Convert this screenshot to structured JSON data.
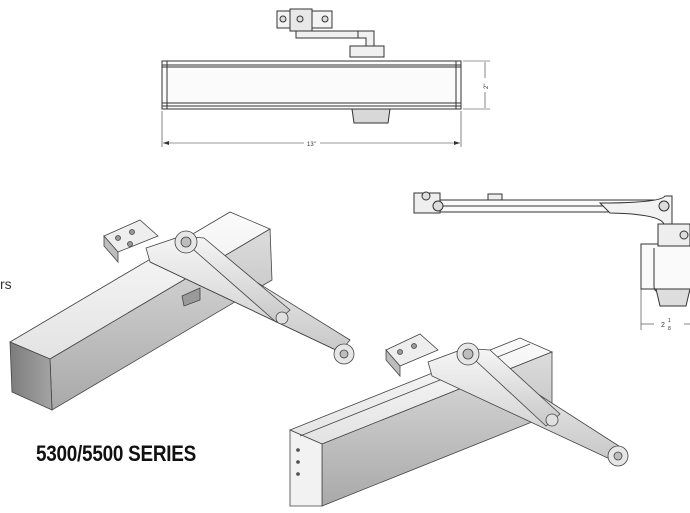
{
  "title": "5300/5500 SERIES",
  "side_text_fragment": "rs",
  "dimensions": {
    "body_length": "13\"",
    "body_height": "2\"",
    "projection": "2",
    "projection_fraction_num": "1",
    "projection_fraction_den": "8"
  },
  "colors": {
    "title": "#111111",
    "line": "#333333",
    "body_light": "#f1f1f1",
    "body_mid": "#d4d4d4",
    "body_dark": "#8a8a8a"
  }
}
